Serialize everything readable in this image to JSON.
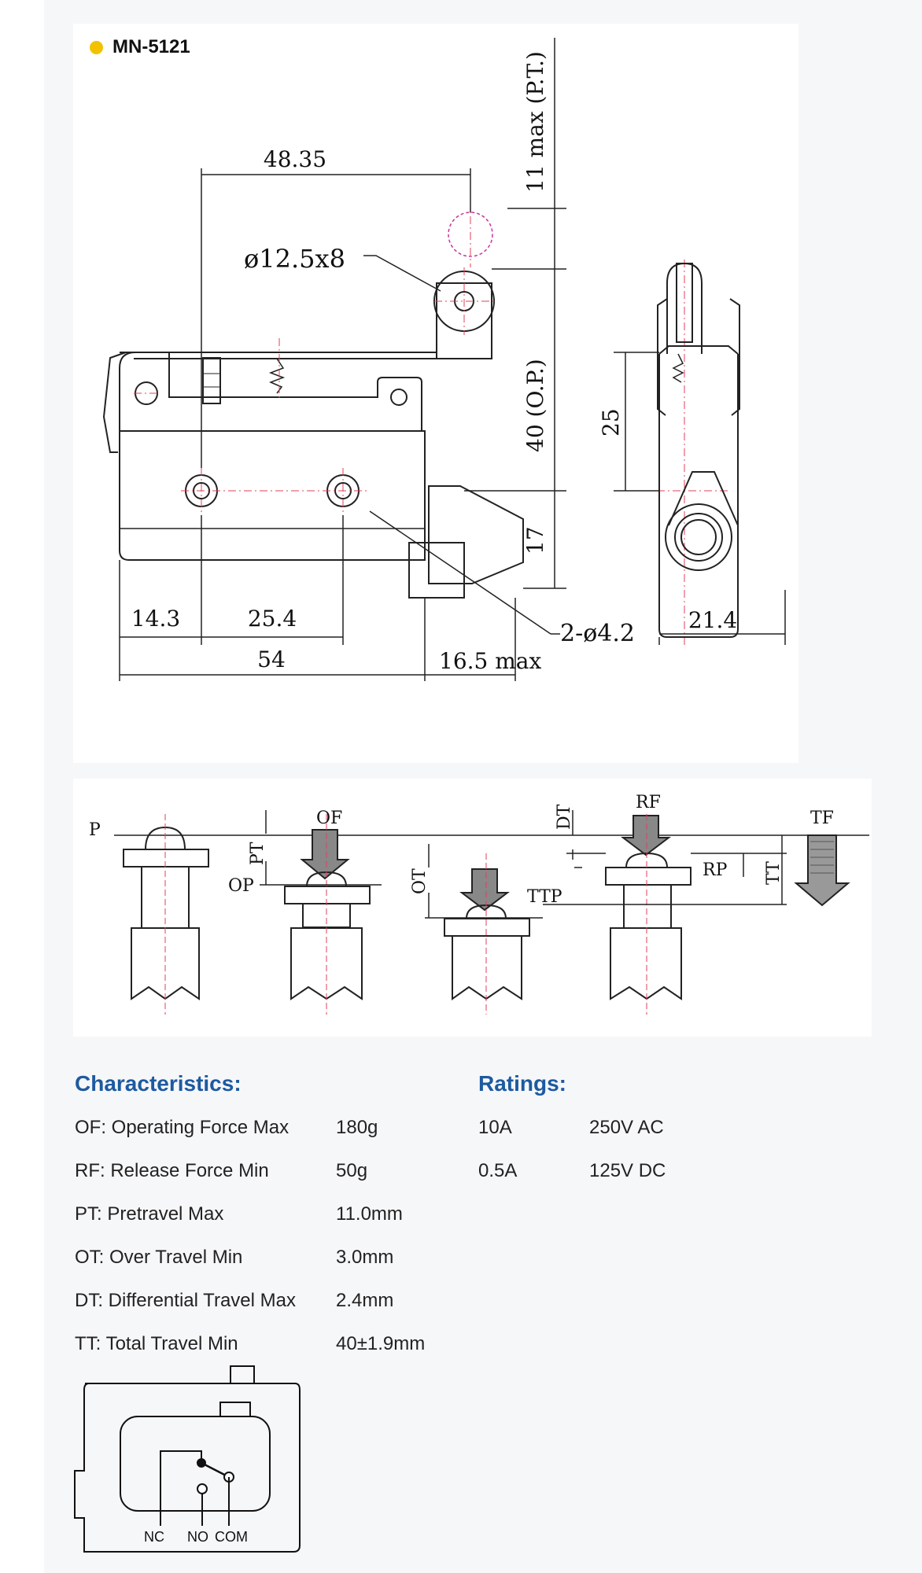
{
  "model": "MN-5121",
  "dimensions": {
    "d48_35": "48.35",
    "roller": "ø12.5x8",
    "pt_max": "11 max (P.T.)",
    "op": "40 (O.P.)",
    "d17": "17",
    "d25": "25",
    "d14_3": "14.3",
    "d25_4": "25.4",
    "d54": "54",
    "d16_5": "16.5 max",
    "holes": "2-ø4.2",
    "d21_4": "21.4"
  },
  "travel_labels": {
    "p": "P",
    "of": "OF",
    "pt": "PT",
    "op": "OP",
    "ot": "OT",
    "ttp": "TTP",
    "dt": "DT",
    "rf": "RF",
    "rp": "RP",
    "tt": "TT",
    "tf": "TF"
  },
  "characteristics": {
    "title": "Characteristics:",
    "rows": [
      {
        "label": "OF: Operating Force Max",
        "value": "180g"
      },
      {
        "label": "RF: Release Force Min",
        "value": "50g"
      },
      {
        "label": "PT: Pretravel Max",
        "value": "11.0mm"
      },
      {
        "label": "OT: Over Travel Min",
        "value": "3.0mm"
      },
      {
        "label": "DT: Differential Travel Max",
        "value": "2.4mm"
      },
      {
        "label": "TT: Total Travel Min",
        "value": "40±1.9mm"
      }
    ]
  },
  "ratings": {
    "title": "Ratings:",
    "rows": [
      {
        "current": "10A",
        "voltage": "250V AC"
      },
      {
        "current": "0.5A",
        "voltage": "125V DC"
      }
    ]
  },
  "wiring": {
    "nc": "NC",
    "no": "NO",
    "com": "COM"
  },
  "colors": {
    "accent": "#1d5aa0",
    "bullet": "#f2c200",
    "centerline": "#e0405a"
  }
}
